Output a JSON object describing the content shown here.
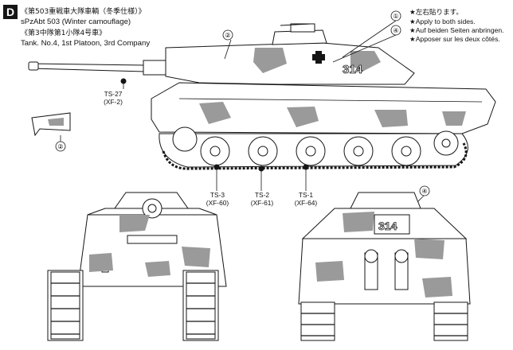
{
  "step_letter": "D",
  "header": {
    "line1_jp": "《第503重戦車大隊車輌（冬季仕様）》",
    "line2_en": "sPzAbt 503 (Winter camouflage)",
    "line3_jp": "《第3中隊第1小隊4号車》",
    "line4_en": "Tank. No.4, 1st Platoon, 3rd Company"
  },
  "notes": {
    "line_jp": "★左右貼ります。",
    "line_en": "★Apply to both sides.",
    "line_de": "★Auf beiden Seiten anbringen.",
    "line_fr": "★Apposer sur les deux côtés."
  },
  "decal_callouts": {
    "c1": "①",
    "c2": "②",
    "c4": "④"
  },
  "turret_number": "314",
  "paints": [
    {
      "code": "TS-27",
      "ref": "(XF-2)"
    },
    {
      "code": "TS-3",
      "ref": "(XF-60)"
    },
    {
      "code": "TS-2",
      "ref": "(XF-61)"
    },
    {
      "code": "TS-1",
      "ref": "(XF-64)"
    }
  ],
  "colors": {
    "ink": "#151515",
    "camo": "#9a9a9a",
    "paper": "#ffffff"
  }
}
